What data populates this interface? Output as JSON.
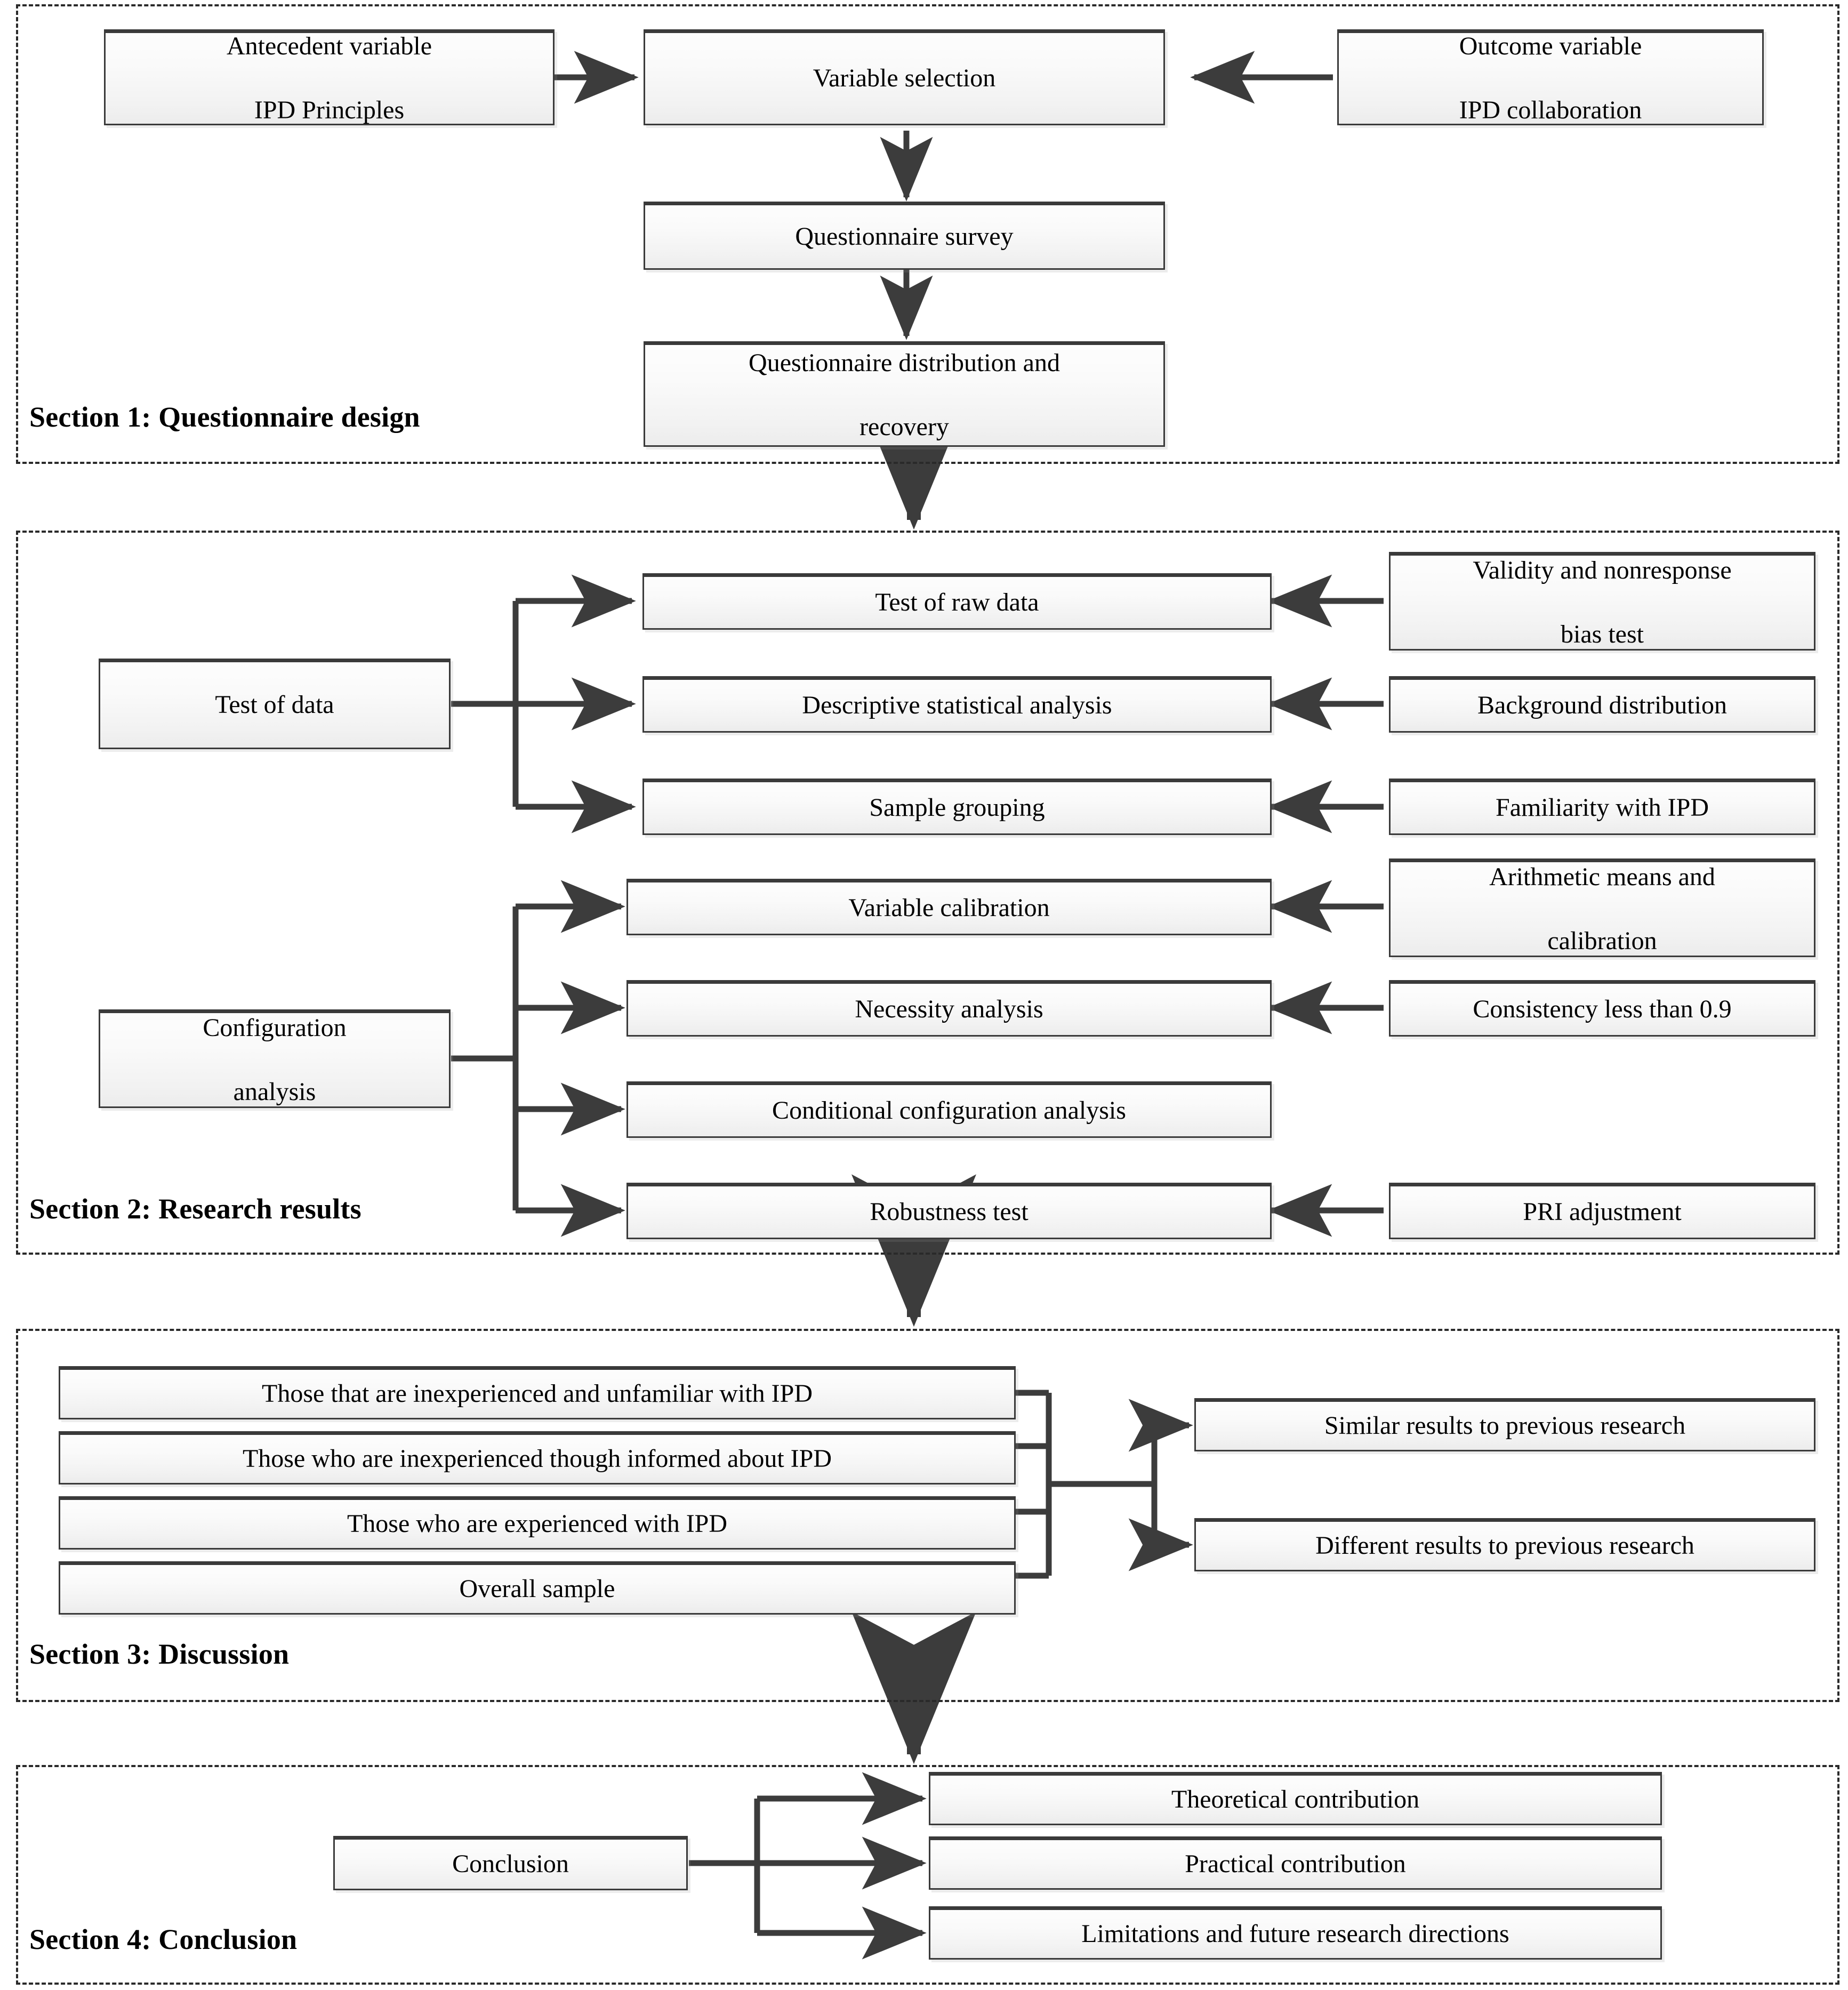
{
  "diagram": {
    "title_visible": false,
    "accent_border": "#3a3a3a",
    "frame_border": "#2a2a2a"
  },
  "sections": [
    {
      "id": "s1",
      "label": "Section 1: Questionnaire design"
    },
    {
      "id": "s2",
      "label": "Section 2: Research results"
    },
    {
      "id": "s3",
      "label": "Section 3: Discussion"
    },
    {
      "id": "s4",
      "label": "Section 4: Conclusion"
    }
  ],
  "nodes": {
    "antecedent": {
      "line1": "Antecedent variable",
      "line2": "IPD Principles"
    },
    "variable_selection": {
      "label": "Variable selection"
    },
    "outcome": {
      "line1": "Outcome variable",
      "line2": "IPD collaboration"
    },
    "questionnaire_survey": {
      "label": "Questionnaire survey"
    },
    "questionnaire_distribution": {
      "line1": "Questionnaire distribution and",
      "line2": "recovery"
    },
    "test_of_data": {
      "label": "Test of data"
    },
    "test_raw_data": {
      "label": "Test of raw data"
    },
    "descriptive": {
      "label": "Descriptive statistical analysis"
    },
    "sample_grouping": {
      "label": "Sample grouping"
    },
    "validity": {
      "line1": "Validity and nonresponse",
      "line2": "bias test"
    },
    "background": {
      "label": "Background distribution"
    },
    "familiarity": {
      "label": "Familiarity with IPD"
    },
    "configuration_analysis": {
      "line1": "Configuration",
      "line2": "analysis"
    },
    "variable_calibration": {
      "label": "Variable calibration"
    },
    "necessity": {
      "label": "Necessity analysis"
    },
    "conditional_config": {
      "label": "Conditional configuration analysis"
    },
    "robustness": {
      "label": "Robustness test"
    },
    "arithmetic": {
      "line1": "Arithmetic means and",
      "line2": "calibration"
    },
    "consistency": {
      "label": "Consistency less than 0.9"
    },
    "pri": {
      "label": "PRI adjustment"
    },
    "group_unfamiliar": {
      "label": "Those that are inexperienced and unfamiliar with IPD"
    },
    "group_informed": {
      "label": "Those who are inexperienced though informed about IPD"
    },
    "group_experienced": {
      "label": "Those who are experienced with IPD"
    },
    "group_overall": {
      "label": "Overall sample"
    },
    "similar_results": {
      "label": "Similar results to previous research"
    },
    "different_results": {
      "label": "Different results to previous research"
    },
    "conclusion": {
      "label": "Conclusion"
    },
    "theoretical": {
      "label": "Theoretical contribution"
    },
    "practical": {
      "label": "Practical contribution"
    },
    "limitations": {
      "label": "Limitations and future research directions"
    }
  }
}
